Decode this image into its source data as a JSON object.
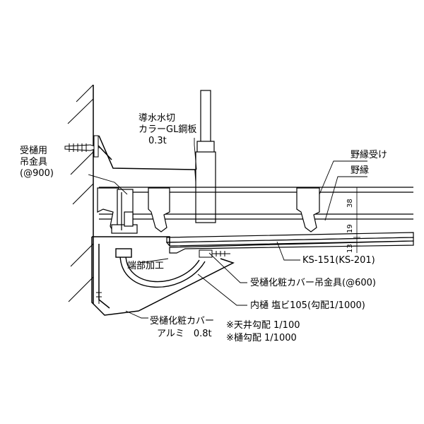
{
  "labels": {
    "guide_line1": "導水水切",
    "guide_line2": "カラーGL鋼板",
    "guide_line3": "0.3t",
    "bracket_line1": "受樋用",
    "bracket_line2": "吊金具",
    "bracket_line3": "(@900)",
    "furring_receiver": "野縁受け",
    "furring": "野縁",
    "board": "KS-151(KS-201)",
    "end_work": "端部加工",
    "cover_hanger": "受樋化粧カバー吊金具(@600)",
    "inner_gutter": "内樋 塩ビ105(勾配1/1000)",
    "cover_line1": "受樋化粧カバー",
    "cover_line2": "アルミ　0.8t",
    "note1": "※天井勾配 1/100",
    "note2": "※樋勾配 1/1000"
  },
  "dimensions": {
    "d38": "38",
    "d19": "19",
    "d13": "13"
  },
  "colors": {
    "line": "#000000",
    "background": "#ffffff"
  }
}
